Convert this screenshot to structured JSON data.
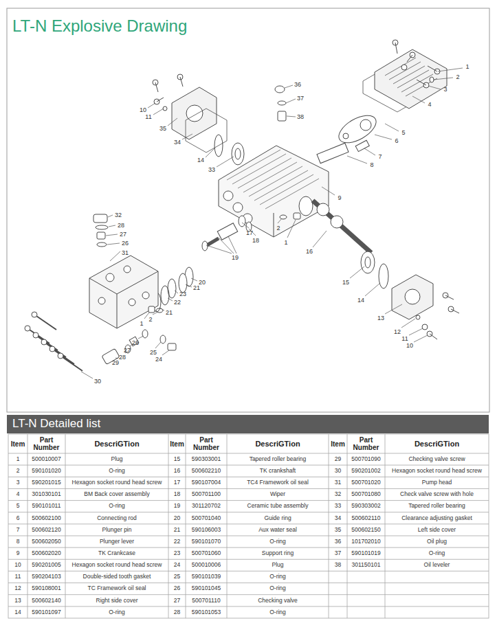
{
  "diagram": {
    "title": "LT-N Explosive Drawing",
    "nodes": [
      {
        "text": [
          "LT-N Detailed list"
        ]
      }
    ],
    "labels": [
      "1",
      "2",
      "3",
      "4",
      "5",
      "6",
      "7",
      "8",
      "10",
      "11",
      "35",
      "34",
      "14",
      "33",
      "36",
      "37",
      "38",
      "9",
      "2",
      "1",
      "16",
      "17",
      "18",
      "32",
      "28",
      "27",
      "26",
      "31",
      "19",
      "20",
      "21",
      "23",
      "22",
      "21",
      "15",
      "14",
      "13",
      "12",
      "11",
      "10",
      "2",
      "1",
      "26",
      "27",
      "28",
      "29",
      "25",
      "24",
      "30",
      "Item",
      "Part Number",
      "DescriGTion",
      "Item",
      "Part Number",
      "DescriGTion",
      "Item",
      "Part Number",
      "DescriGTion",
      "1",
      "500010007",
      "Plug",
      "15",
      "590303001",
      "Tapered roller bearing",
      "29",
      "500701090",
      "Checking valve screw",
      "2",
      "590101020",
      "O-ring",
      "16",
      "500602210",
      "TK crankshaft",
      "30",
      "590201002",
      "Hexagon socket round head screw",
      "3",
      "590201015",
      "Hexagon socket round head screw",
      "17",
      "590107004",
      "TC4 Framework oil seal",
      "31",
      "500701020",
      "Pump head",
      "4",
      "301030101",
      "BM Back cover assembly",
      "18",
      "500701100",
      "Wiper",
      "32",
      "500701080",
      "Check valve screw with hole",
      "5",
      "590101011",
      "O-ring",
      "19",
      "301120702",
      "Ceramic tube assembly",
      "33",
      "590303002",
      "Tapered roller bearing",
      "6",
      "500602100",
      "Connecting rod",
      "20",
      "500701040",
      "Guide ring",
      "34",
      "500602110",
      "Clearance adjusting gasket",
      "7",
      "500602120",
      "Plunger pin",
      "21",
      "590106003",
      "Aux water seal",
      "35",
      "500602150",
      "Left side cover",
      "8",
      "500602050",
      "Plunger lever",
      "22",
      "590101070",
      "O-ring",
      "36",
      "101702010",
      "Oil plug",
      "9",
      "500602020",
      "TK Crankcase",
      "23",
      "500701060",
      "Support ring",
      "37",
      "590101019",
      "O-ring",
      "10",
      "590201005",
      "Hexagon socket round head screw",
      "24",
      "500010006",
      "Plug",
      "38",
      "301150101",
      "Oil leveler",
      "11",
      "590204103",
      "Double-sided tooth gasket",
      "25",
      "590101039",
      "O-ring",
      "12",
      "590108001",
      "TC Framework oil seal",
      "26",
      "590101045",
      "O-ring",
      "13",
      "500602140",
      "Right side cover",
      "27",
      "500701110",
      "Checking valve",
      "14",
      "590101097",
      "O-ring",
      "28",
      "590101053",
      "O-ring"
    ]
  }
}
